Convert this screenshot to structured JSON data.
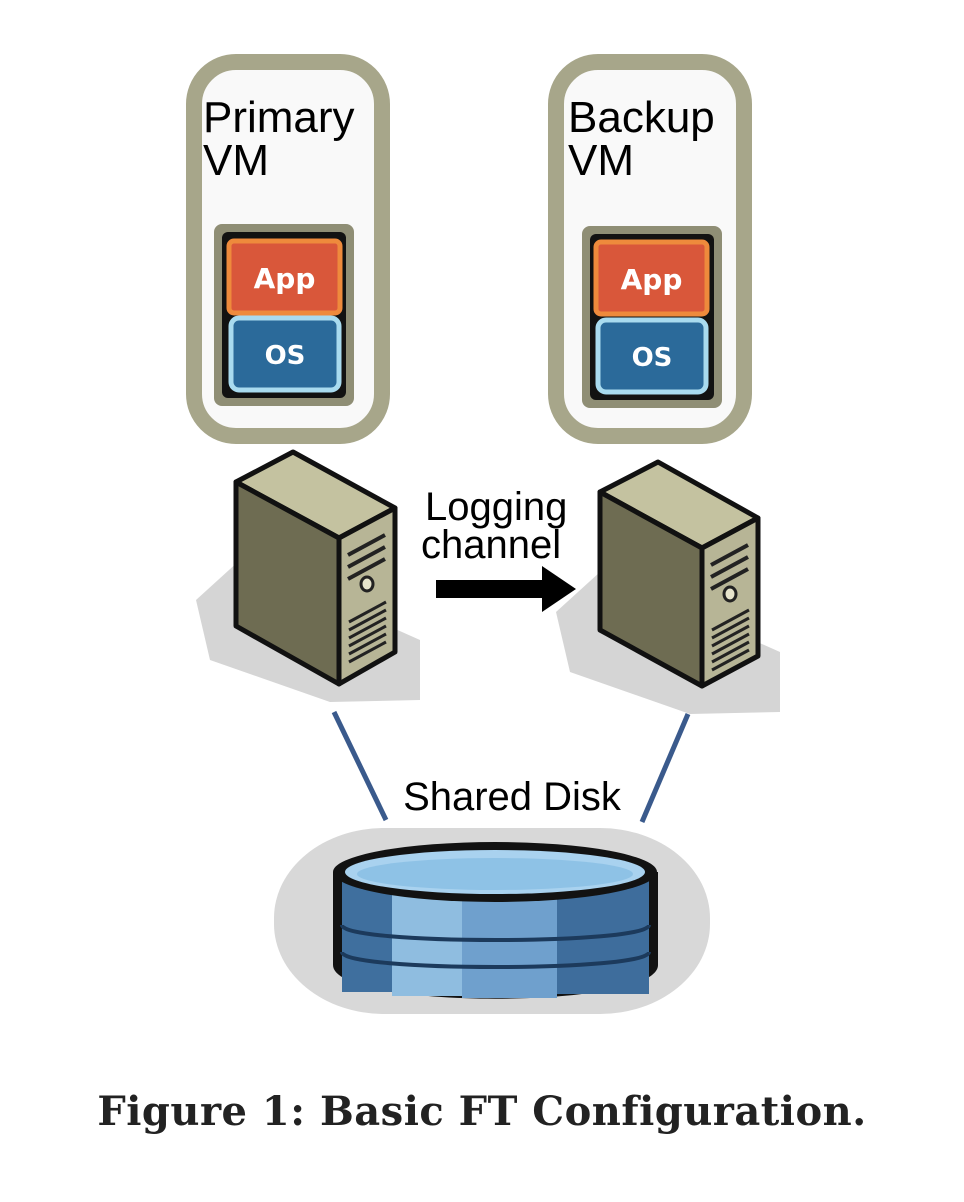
{
  "primary_vm": {
    "title_line1": "Primary",
    "title_line2": "VM",
    "app_label": "App",
    "os_label": "OS"
  },
  "backup_vm": {
    "title_line1": "Backup",
    "title_line2": "VM",
    "app_label": "App",
    "os_label": "OS"
  },
  "logging_channel": {
    "line1": "Logging",
    "line2": "channel"
  },
  "shared_disk": {
    "label": "Shared Disk"
  },
  "caption": "Figure 1: Basic FT Configuration.",
  "colors": {
    "vm_frame": "#a7a68a",
    "app_block": "#d9573a",
    "app_border": "#ee8a3c",
    "os_block": "#2b6a9a",
    "os_border": "#a9dbef",
    "server_body": "#6e6c52",
    "server_top": "#c4c2a0",
    "disk_blue": "#5a8fc0",
    "disk_link": "#3a5a8c"
  }
}
